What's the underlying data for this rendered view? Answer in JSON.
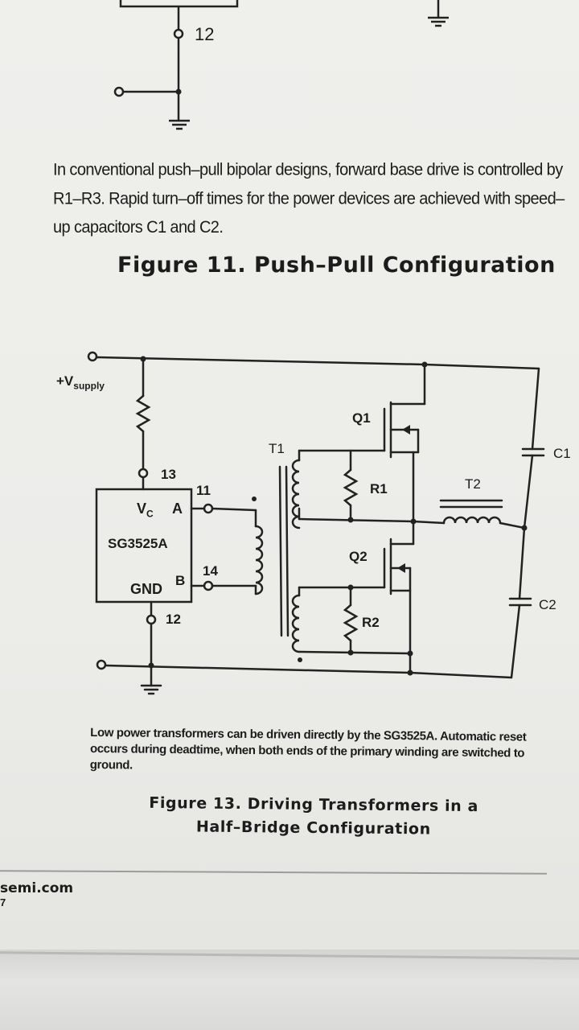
{
  "top_fragment": {
    "pin_label": "12"
  },
  "paragraph": "In conventional push–pull bipolar designs, forward base drive is controlled by R1–R3. Rapid turn–off times for the power devices are achieved with speed–up capacitors C1 and C2.",
  "figure11_title": "Figure 11. Push–Pull Configuration",
  "schematic": {
    "supply_label": "+V",
    "supply_subscript": "supply",
    "ic_name": "SG3525A",
    "ic_vc": "V",
    "ic_vc_sub": "C",
    "ic_out_a": "A",
    "ic_gnd": "GND",
    "ic_out_b": "B",
    "pin_13": "13",
    "pin_11": "11",
    "pin_14": "14",
    "pin_12": "12",
    "t1": "T1",
    "t2": "T2",
    "q1": "Q1",
    "q2": "Q2",
    "r1": "R1",
    "r2": "R2",
    "c1": "C1",
    "c2": "C2"
  },
  "caption": "Low power transformers can be driven directly by the SG3525A. Automatic reset occurs during deadtime, when both ends of the primary winding are switched to ground.",
  "figure13_title_line1": "Figure 13. Driving Transformers in a",
  "figure13_title_line2": "Half–Bridge Configuration",
  "footer": {
    "site": "semi.com",
    "page": "7"
  }
}
